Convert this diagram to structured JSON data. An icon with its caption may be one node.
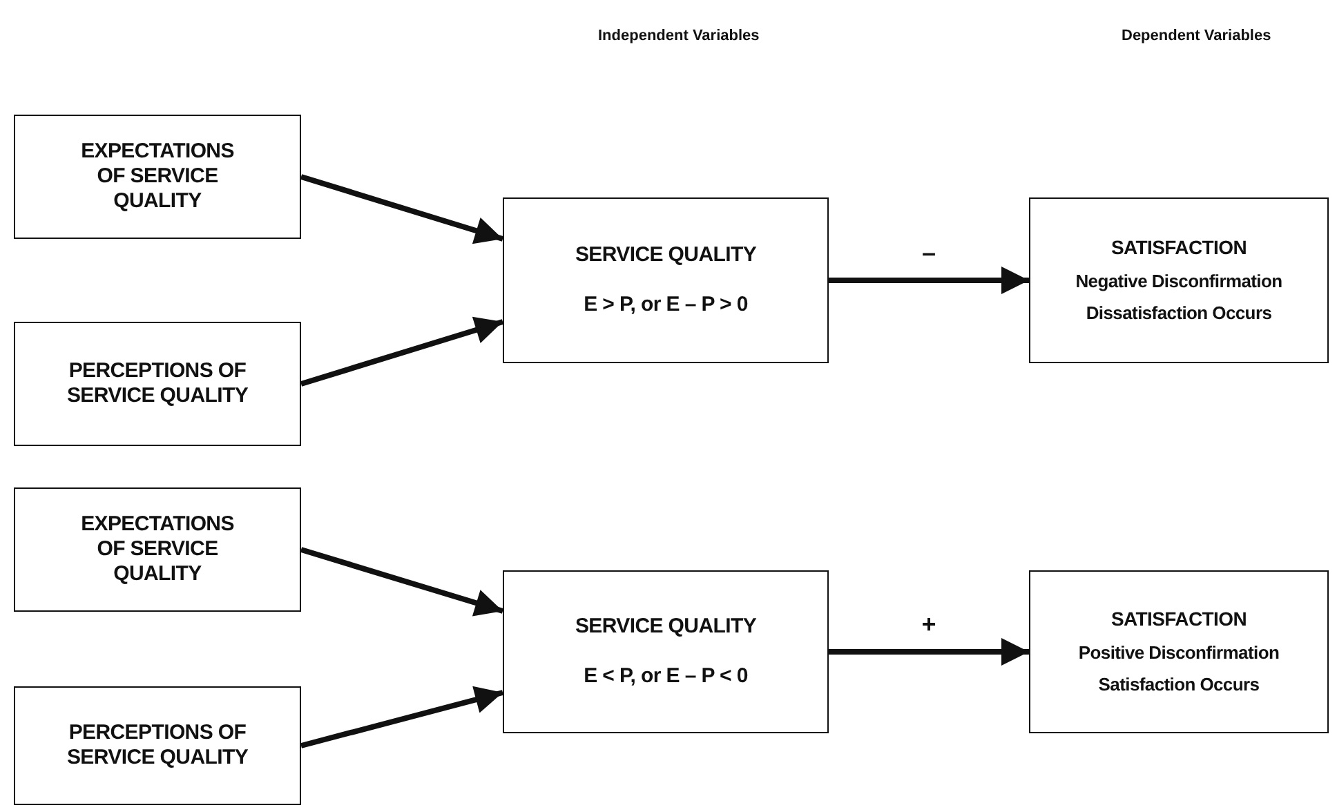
{
  "diagram": {
    "nodes": [
      {
        "text": [
          "EXPECTATIONS OF SERVICE QUALITY"
        ]
      },
      {
        "text": [
          "PERCEPTIONS OF SERVICE QUALITY"
        ]
      },
      {
        "text": [
          "SERVICE QUALITY",
          "E > P, or E – P > 0"
        ]
      },
      {
        "text": [
          "SATISFACTION",
          "Negative Disconfirmation",
          "Dissatisfaction Occurs"
        ]
      },
      {
        "text": [
          "EXPECTATIONS OF SERVICE QUALITY"
        ]
      },
      {
        "text": [
          "PERCEPTIONS OF SERVICE QUALITY"
        ]
      },
      {
        "text": [
          "SERVICE QUALITY",
          "E < P, or E – P < 0"
        ]
      },
      {
        "text": [
          "SATISFACTION",
          "Positive Disconfirmation",
          "Satisfaction Occurs"
        ]
      }
    ],
    "edges": [
      {
        "from": 0,
        "to": 2,
        "arrow": "to"
      },
      {
        "from": 1,
        "to": 2,
        "arrow": "to"
      },
      {
        "from": 2,
        "to": 3,
        "arrow": "to",
        "label": "–"
      },
      {
        "from": 4,
        "to": 6,
        "arrow": "to"
      },
      {
        "from": 5,
        "to": 6,
        "arrow": "to"
      },
      {
        "from": 6,
        "to": 7,
        "arrow": "to",
        "label": "+"
      }
    ],
    "labels": [
      "Independent Variables",
      "Dependent Variables"
    ]
  }
}
